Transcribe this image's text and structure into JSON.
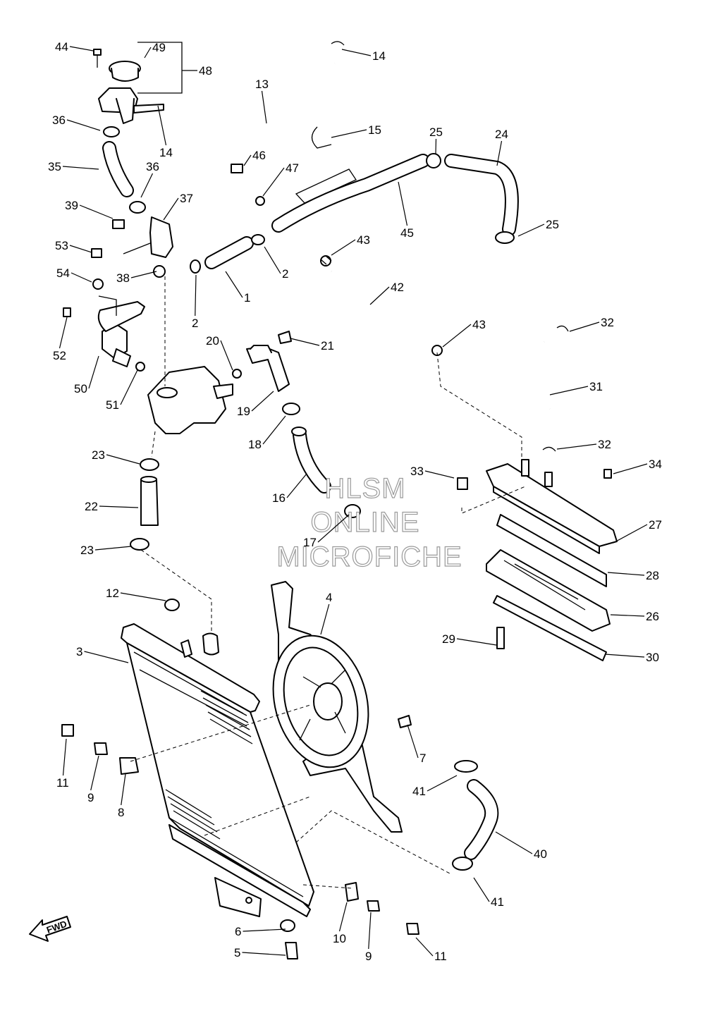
{
  "diagram": {
    "callouts": [
      {
        "id": "c44",
        "text": "44"
      },
      {
        "id": "c49",
        "text": "49"
      },
      {
        "id": "c48",
        "text": "48"
      },
      {
        "id": "c14a",
        "text": "14"
      },
      {
        "id": "c13",
        "text": "13"
      },
      {
        "id": "c36a",
        "text": "36"
      },
      {
        "id": "c14b",
        "text": "14"
      },
      {
        "id": "c15",
        "text": "15"
      },
      {
        "id": "c25a",
        "text": "25"
      },
      {
        "id": "c24",
        "text": "24"
      },
      {
        "id": "c35",
        "text": "35"
      },
      {
        "id": "c36b",
        "text": "36"
      },
      {
        "id": "c46",
        "text": "46"
      },
      {
        "id": "c47",
        "text": "47"
      },
      {
        "id": "c39",
        "text": "39"
      },
      {
        "id": "c37",
        "text": "37"
      },
      {
        "id": "c25b",
        "text": "25"
      },
      {
        "id": "c45",
        "text": "45"
      },
      {
        "id": "c53",
        "text": "53"
      },
      {
        "id": "c43a",
        "text": "43"
      },
      {
        "id": "c54",
        "text": "54"
      },
      {
        "id": "c38",
        "text": "38"
      },
      {
        "id": "c2a",
        "text": "2"
      },
      {
        "id": "c1",
        "text": "1"
      },
      {
        "id": "c42",
        "text": "42"
      },
      {
        "id": "c2b",
        "text": "2"
      },
      {
        "id": "c43b",
        "text": "43"
      },
      {
        "id": "c32a",
        "text": "32"
      },
      {
        "id": "c20",
        "text": "20"
      },
      {
        "id": "c21",
        "text": "21"
      },
      {
        "id": "c52",
        "text": "52"
      },
      {
        "id": "c31",
        "text": "31"
      },
      {
        "id": "c50",
        "text": "50"
      },
      {
        "id": "c51",
        "text": "51"
      },
      {
        "id": "c19",
        "text": "19"
      },
      {
        "id": "c18",
        "text": "18"
      },
      {
        "id": "c32b",
        "text": "32"
      },
      {
        "id": "c23a",
        "text": "23"
      },
      {
        "id": "c33",
        "text": "33"
      },
      {
        "id": "c34",
        "text": "34"
      },
      {
        "id": "c22",
        "text": "22"
      },
      {
        "id": "c16",
        "text": "16"
      },
      {
        "id": "c27",
        "text": "27"
      },
      {
        "id": "c17",
        "text": "17"
      },
      {
        "id": "c23b",
        "text": "23"
      },
      {
        "id": "c28",
        "text": "28"
      },
      {
        "id": "c12",
        "text": "12"
      },
      {
        "id": "c4",
        "text": "4"
      },
      {
        "id": "c26",
        "text": "26"
      },
      {
        "id": "c3",
        "text": "3"
      },
      {
        "id": "c29",
        "text": "29"
      },
      {
        "id": "c30",
        "text": "30"
      },
      {
        "id": "c7",
        "text": "7"
      },
      {
        "id": "c11a",
        "text": "11"
      },
      {
        "id": "c9a",
        "text": "9"
      },
      {
        "id": "c8",
        "text": "8"
      },
      {
        "id": "c41a",
        "text": "41"
      },
      {
        "id": "c40",
        "text": "40"
      },
      {
        "id": "c41b",
        "text": "41"
      },
      {
        "id": "c6",
        "text": "6"
      },
      {
        "id": "c10",
        "text": "10"
      },
      {
        "id": "c9b",
        "text": "9"
      },
      {
        "id": "c11b",
        "text": "11"
      },
      {
        "id": "c5",
        "text": "5"
      }
    ],
    "watermark": [
      "HLSM",
      "ONLINE",
      "MICROFICHE"
    ],
    "fwd_label": "FWD"
  }
}
